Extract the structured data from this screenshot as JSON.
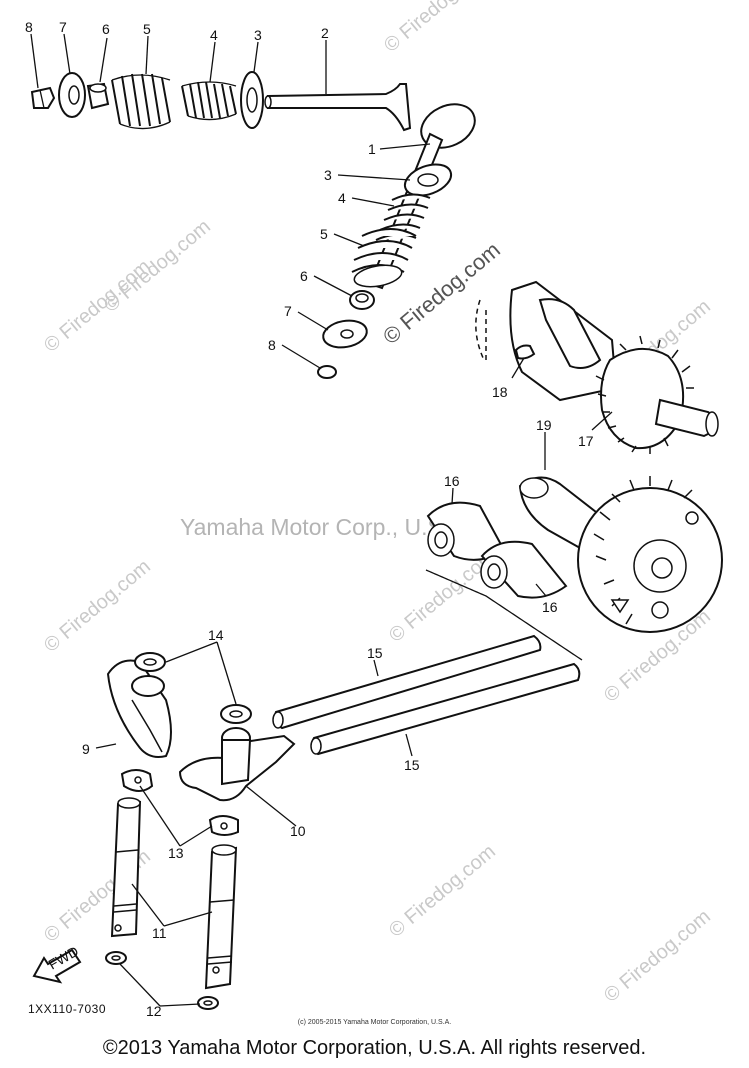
{
  "watermarks": {
    "center": "Yamaha Motor Corp., U.S.A.",
    "site": "© Firedog.com"
  },
  "callouts": {
    "n1": "1",
    "n2": "2",
    "n3a": "3",
    "n3b": "3",
    "n4a": "4",
    "n4b": "4",
    "n5a": "5",
    "n5b": "5",
    "n6a": "6",
    "n6b": "6",
    "n7a": "7",
    "n7b": "7",
    "n8a": "8",
    "n8b": "8",
    "n9": "9",
    "n10": "10",
    "n11": "11",
    "n12": "12",
    "n13": "13",
    "n14": "14",
    "n15a": "15",
    "n15b": "15",
    "n16a": "16",
    "n16b": "16",
    "n17": "17",
    "n18": "18",
    "n19": "19"
  },
  "fwd_label": "FWD",
  "diagram_code": "1XX110-7030",
  "small_copyright": "(c) 2005-2015 Yamaha Motor Corporation, U.S.A.",
  "footer": "©2013 Yamaha Motor Corporation, U.S.A. All rights reserved."
}
